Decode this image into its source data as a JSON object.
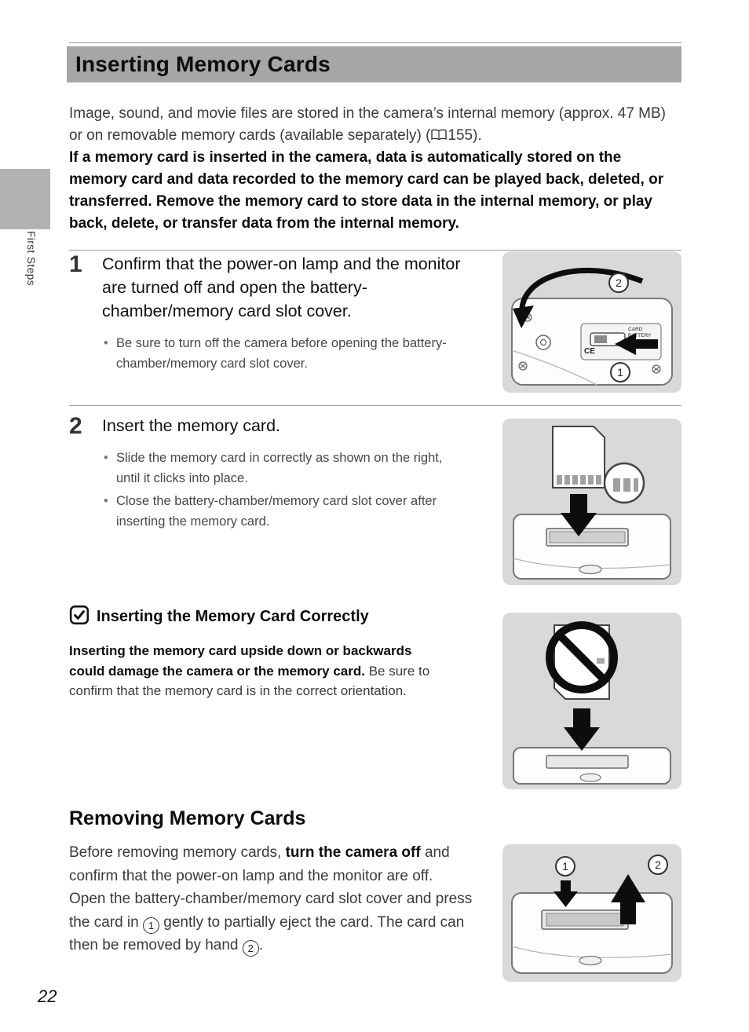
{
  "page": {
    "number": "22",
    "sidebar_label": "First Steps"
  },
  "header": {
    "title": "Inserting Memory Cards"
  },
  "intro": {
    "text_before_ref": "Image, sound, and movie files are stored in the camera’s internal memory (approx. 47 MB) or on removable memory cards (available separately) (",
    "ref_number": "155",
    "text_after_ref": ").",
    "bold_text": "If a memory card is inserted in the camera, data is automatically stored on the memory card and data recorded to the memory card can be played back, deleted, or transferred. Remove the memory card to store data in the internal memory, or play back, delete, or transfer data from the internal memory."
  },
  "steps": [
    {
      "number": "1",
      "heading": "Confirm that the power-on lamp and the monitor are turned off and open the battery-chamber/memory card slot cover.",
      "bullets": [
        "Be sure to turn off the camera before opening the battery-chamber/memory card slot cover."
      ]
    },
    {
      "number": "2",
      "heading": "Insert the memory card.",
      "bullets": [
        "Slide the memory card in correctly as shown on the right, until it clicks into place.",
        "Close the battery-chamber/memory card slot cover after inserting the memory card."
      ]
    }
  ],
  "note": {
    "title": "Inserting the Memory Card Correctly",
    "bold_text": "Inserting the memory card upside down or backwards could damage the camera or the memory card.",
    "normal_text": " Be sure to confirm that the memory card is in the correct orientation."
  },
  "removing": {
    "title": "Removing Memory Cards",
    "p1_before_bold": "Before removing memory cards, ",
    "p1_bold": "turn the camera off",
    "p1_after_bold": " and confirm that the power-on lamp and the monitor are off.",
    "p2_part1": "Open the battery-chamber/memory card slot cover and press the card in ",
    "p2_num1": "1",
    "p2_part2": " gently to partially eject the card. The card can then be removed by hand ",
    "p2_num2": "2",
    "p2_part3": "."
  },
  "figures": {
    "open_cover": {
      "step1": "1",
      "step2": "2",
      "label_card": "CARD",
      "label_battery": "BATTERY",
      "label_ce": "CE"
    },
    "remove_card": {
      "step1": "1",
      "step2": "2"
    }
  }
}
